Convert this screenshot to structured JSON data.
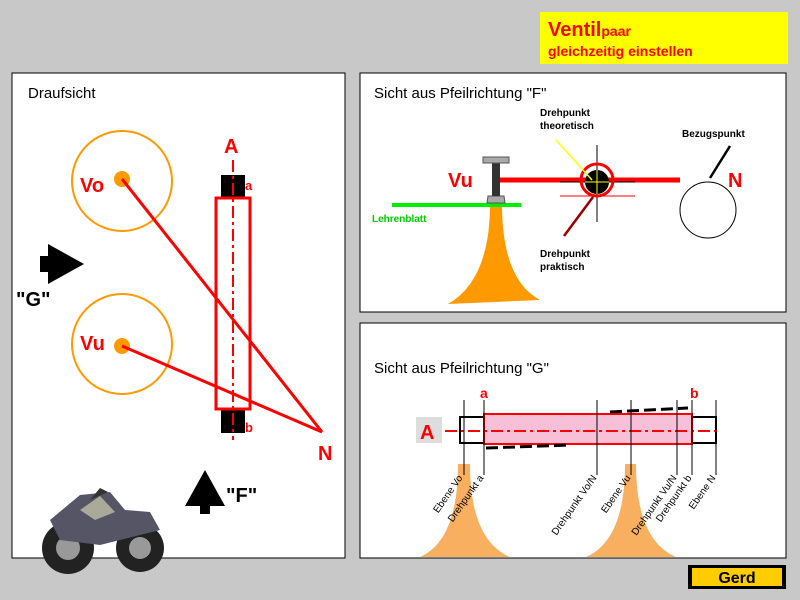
{
  "title": {
    "main": "Ventil",
    "suffix": "paar",
    "subtitle": "gleichzeitig einstellen"
  },
  "left_panel": {
    "heading": "Draufsicht",
    "label_A": "A",
    "label_a": "a",
    "label_b": "b",
    "label_Vo": "Vo",
    "label_Vu": "Vu",
    "label_N": "N",
    "label_G": "\"G\"",
    "label_F": "\"F\""
  },
  "top_right_panel": {
    "heading": "Sicht aus Pfeilrichtung \"F\"",
    "label_Vu": "Vu",
    "label_N": "N",
    "drehpunkt_theoretisch": [
      "Drehpunkt",
      "theoretisch"
    ],
    "drehpunkt_praktisch": [
      "Drehpunkt",
      "praktisch"
    ],
    "bezugspunkt": "Bezugspunkt",
    "lehrenblatt": "Lehrenblatt"
  },
  "bottom_right_panel": {
    "heading": "Sicht aus Pfeilrichtung \"G\"",
    "label_A": "A",
    "label_a": "a",
    "label_b": "b",
    "planes": [
      "Ebene Vo",
      "Drehpunkt a",
      "Drehpunkt Vo/N",
      "Ebene Vu",
      "Drehpunkt Vu/N",
      "Drehpunkt b",
      "Ebene N"
    ]
  },
  "logo": "Gerd",
  "colors": {
    "red": "#ff0000",
    "orange": "#ff9900",
    "yellow": "#ffff00",
    "green": "#00ee00",
    "valve": "#f8b060"
  }
}
